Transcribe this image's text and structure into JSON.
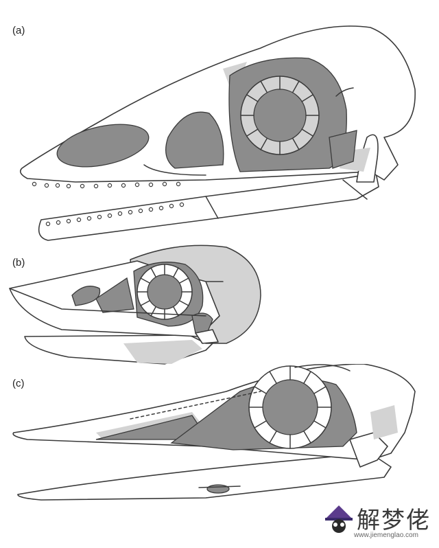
{
  "panels": [
    {
      "label": "(a)"
    },
    {
      "label": "(b)"
    },
    {
      "label": "(c)"
    }
  ],
  "watermark": {
    "text": "解梦佬",
    "url": "www.jiemenglao.com"
  },
  "colors": {
    "dark_fill": "#8c8c8c",
    "light_fill": "#d3d3d3",
    "outline": "#3a3a3a"
  }
}
